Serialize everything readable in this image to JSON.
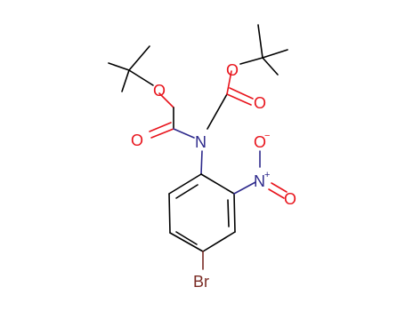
{
  "molecule": {
    "atoms": {
      "n_center": "N",
      "o_carbonyl_left": "O",
      "o_ester_left": "O",
      "o_carbonyl_right": "O",
      "o_ester_right": "O",
      "n_nitro": "N",
      "n_nitro_charge": "+",
      "o_nitro_top": "O",
      "o_nitro_top_charge": "−",
      "o_nitro_right": "O",
      "br": "Br"
    },
    "colors": {
      "carbon_bond": "#000000",
      "oxygen": "#e8141c",
      "nitrogen": "#2e2a8c",
      "bromine": "#7a2b24"
    }
  }
}
